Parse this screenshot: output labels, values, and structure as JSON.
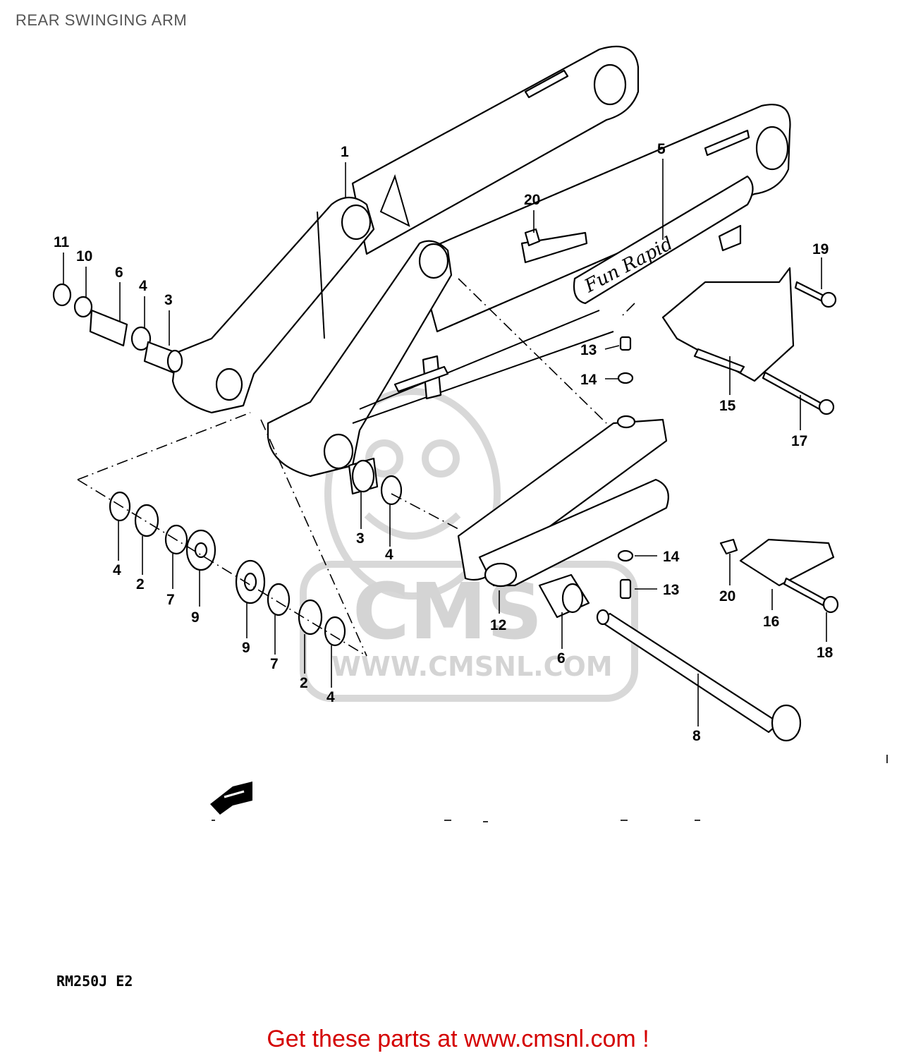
{
  "page": {
    "title": "REAR SWINGING ARM",
    "footer_link": "Get these parts at www.cmsnl.com !"
  },
  "diagram": {
    "model_code": "RM250J E2",
    "watermark": {
      "brand": "CMS",
      "url": "WWW.CMSNL.COM"
    },
    "callouts": [
      "1",
      "2",
      "2",
      "3",
      "3",
      "4",
      "4",
      "4",
      "4",
      "5",
      "6",
      "6",
      "7",
      "7",
      "8",
      "9",
      "9",
      "10",
      "11",
      "12",
      "13",
      "13",
      "14",
      "14",
      "15",
      "16",
      "17",
      "18",
      "19",
      "20",
      "20"
    ]
  }
}
